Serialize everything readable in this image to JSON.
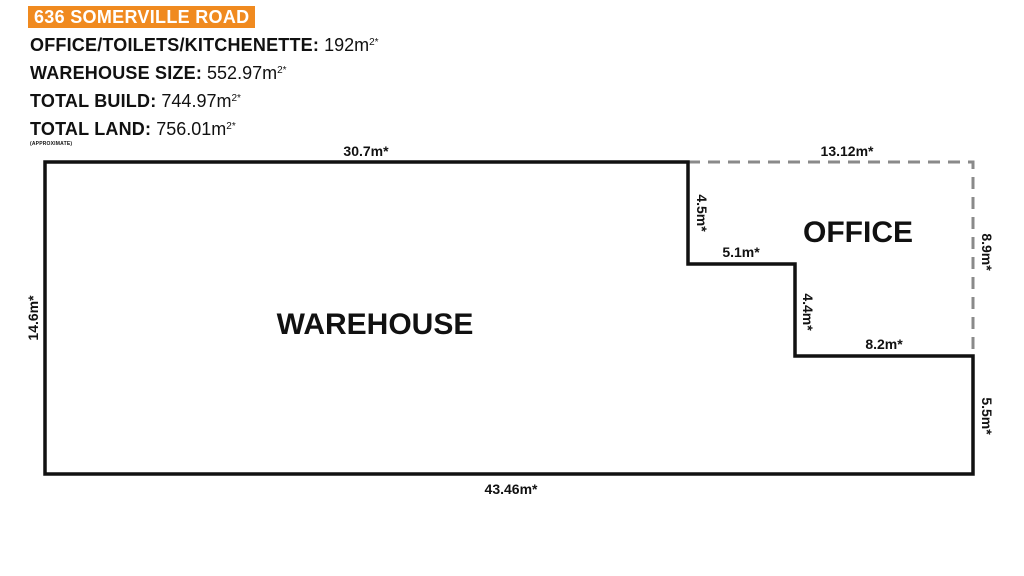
{
  "header": {
    "address": "636 SOMERVILLE ROAD"
  },
  "stats": [
    {
      "label": "OFFICE/TOILETS/KITCHENETTE:",
      "value": "192m",
      "sup": "2*"
    },
    {
      "label": "WAREHOUSE SIZE:",
      "value": "552.97m",
      "sup": "2*"
    },
    {
      "label": "TOTAL BUILD:",
      "value": "744.97m",
      "sup": "2*"
    },
    {
      "label": "TOTAL LAND:",
      "value": "756.01m",
      "sup": "2*"
    }
  ],
  "note": "(APPROXIMATE)",
  "rooms": {
    "warehouse": "WAREHOUSE",
    "office": "OFFICE"
  },
  "dimensions": {
    "top_left": "30.7m*",
    "top_right": "13.12m*",
    "left": "14.6m*",
    "step_vertical_1": "4.5m*",
    "step_horizontal_1": "5.1m*",
    "step_vertical_2": "4.4m*",
    "step_horizontal_2": "8.2m*",
    "right_office": "8.9m*",
    "right_lower": "5.5m*",
    "bottom": "43.46m*"
  },
  "colors": {
    "badge": "#f08a1f",
    "outline": "#111111",
    "dashed": "#8a8a8a"
  }
}
